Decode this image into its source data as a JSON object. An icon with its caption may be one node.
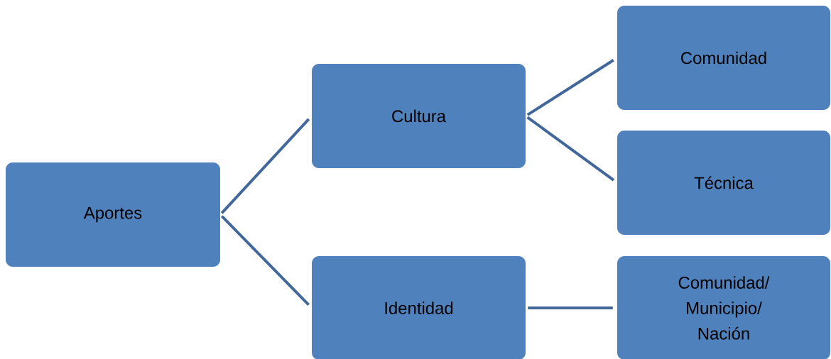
{
  "diagram": {
    "nodes": [
      {
        "text": [
          "Aportes"
        ]
      },
      {
        "text": [
          "Cultura"
        ]
      },
      {
        "text": [
          "Identidad"
        ]
      },
      {
        "text": [
          "Comunidad"
        ]
      },
      {
        "text": [
          "Técnica"
        ]
      },
      {
        "text": [
          "Comunidad/ Municipio/ Nación"
        ]
      }
    ],
    "edges": [
      {
        "from": 0,
        "to": 1,
        "arrow": "none"
      },
      {
        "from": 0,
        "to": 2,
        "arrow": "none"
      },
      {
        "from": 1,
        "to": 3,
        "arrow": "none"
      },
      {
        "from": 1,
        "to": 4,
        "arrow": "none"
      },
      {
        "from": 2,
        "to": 5,
        "arrow": "none"
      }
    ]
  }
}
